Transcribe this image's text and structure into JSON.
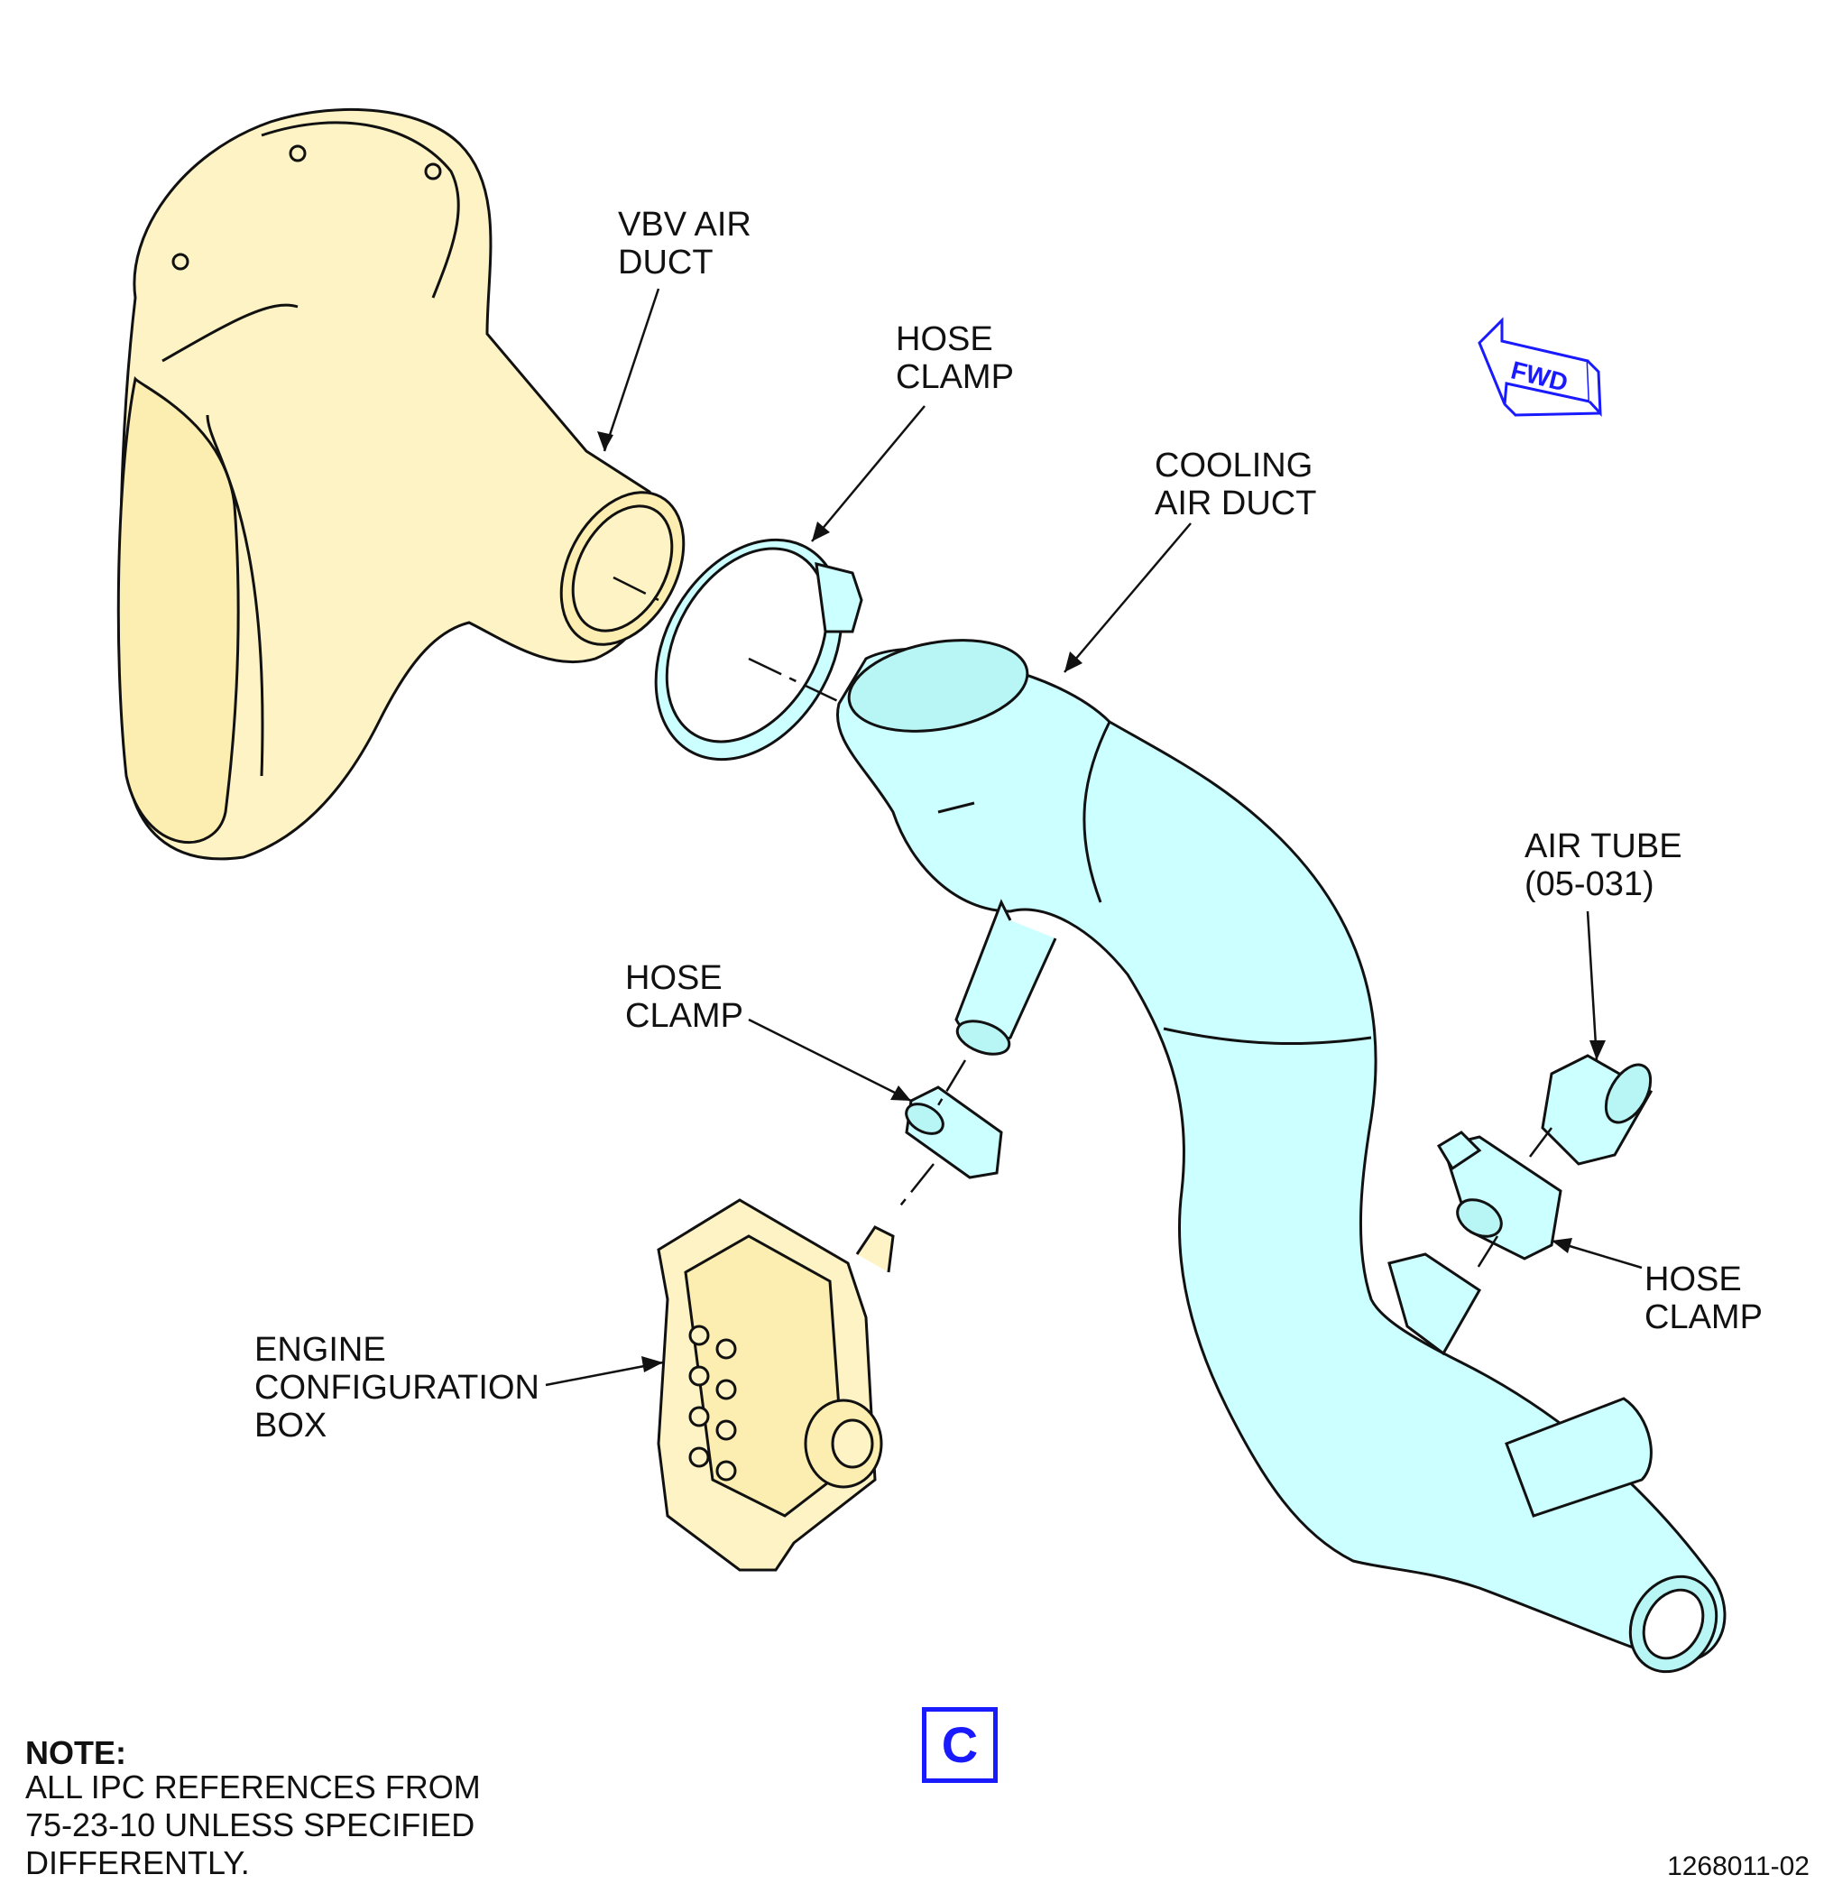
{
  "labels": {
    "vbv_air_duct": "VBV AIR\nDUCT",
    "hose_clamp_top": "HOSE\nCLAMP",
    "cooling_air_duct": "COOLING\nAIR DUCT",
    "air_tube": "AIR TUBE\n(05-031)",
    "hose_clamp_mid": "HOSE\nCLAMP",
    "hose_clamp_right": "HOSE\nCLAMP",
    "engine_configuration_box": "ENGINE\nCONFIGURATION\nBOX"
  },
  "direction_arrow": {
    "text": "FWD"
  },
  "note": {
    "title": "NOTE:",
    "body": "ALL IPC REFERENCES FROM\n75-23-10 UNLESS SPECIFIED\nDIFFERENTLY."
  },
  "view_label": "C",
  "figure_number": "1268011-02",
  "colors": {
    "vbv_duct": "#fdf3c4",
    "cooling_duct": "#ccffff",
    "config_box": "#fdf3c4",
    "accent_blue": "#1a1aff",
    "line": "#111111"
  }
}
